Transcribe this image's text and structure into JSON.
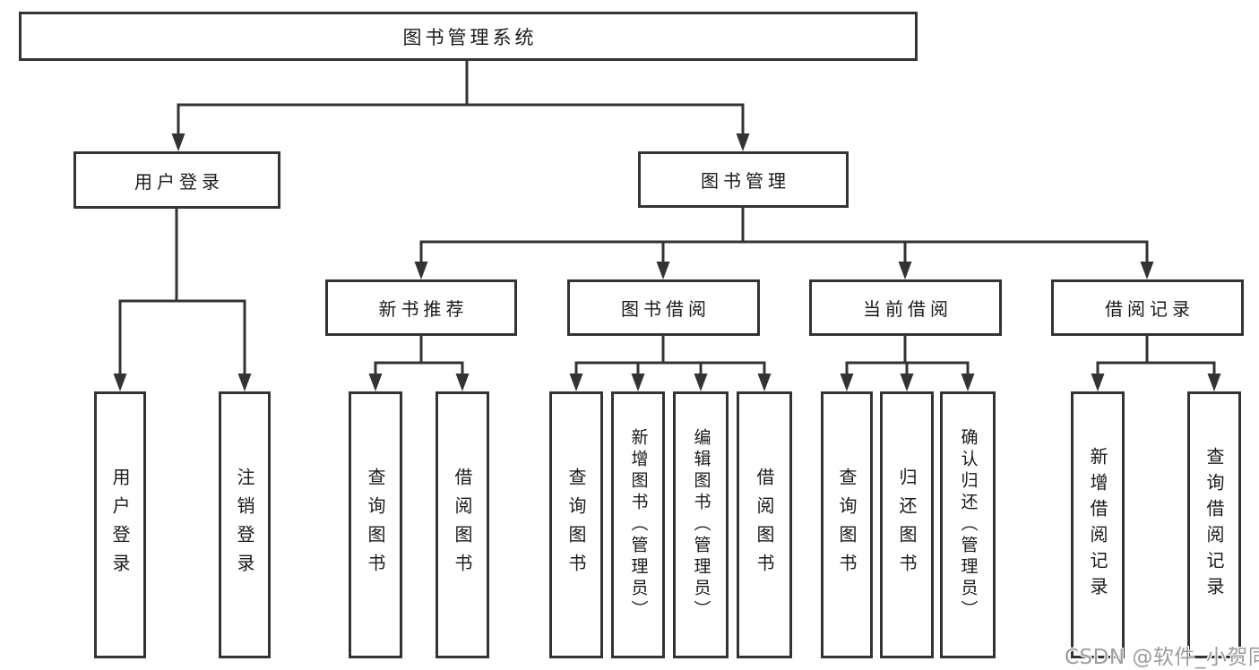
{
  "diagram": {
    "root": "图书管理系统",
    "children": [
      {
        "label": "用户登录",
        "leaves": [
          "用户登录",
          "注销登录"
        ]
      },
      {
        "label": "图书管理",
        "children": [
          {
            "label": "新书推荐",
            "leaves": [
              "查询图书",
              "借阅图书"
            ]
          },
          {
            "label": "图书借阅",
            "leaves": [
              "查询图书",
              "新增图书（管理员）",
              "编辑图书（管理员）",
              "借阅图书"
            ]
          },
          {
            "label": "当前借阅",
            "leaves": [
              "查询图书",
              "归还图书",
              "确认归还（管理员）"
            ]
          },
          {
            "label": "借阅记录",
            "leaves": [
              "新增借阅记录",
              "查询借阅记录"
            ]
          }
        ]
      }
    ]
  },
  "watermark": "CSDN @软件_小贺同学",
  "colors": {
    "line": "#333333",
    "text": "#1a1a1a",
    "background": "#ffffff",
    "watermark": "#9c9c9c"
  }
}
